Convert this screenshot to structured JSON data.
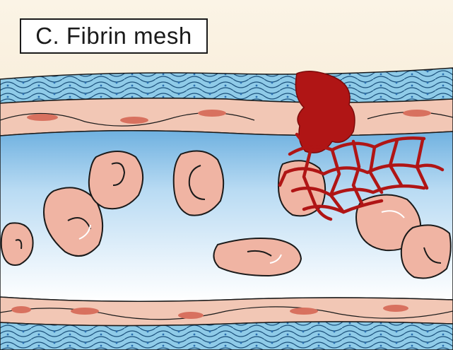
{
  "figure": {
    "title": "C. Fibrin mesh",
    "colors": {
      "background": "#f8ecd6",
      "lumen": "#a9d1ee",
      "endothelium_cells": "#f2c7b5",
      "cell_nucleus": "#d8715f",
      "outer_layer": "#8ec9e7",
      "red_blood_cell": "#f0b4a3",
      "fibrin_clot": "#b01515",
      "outline": "#1a1a1a"
    },
    "icons": [
      "red-blood-cell",
      "fibrin-mesh",
      "endothelial-cell"
    ]
  }
}
